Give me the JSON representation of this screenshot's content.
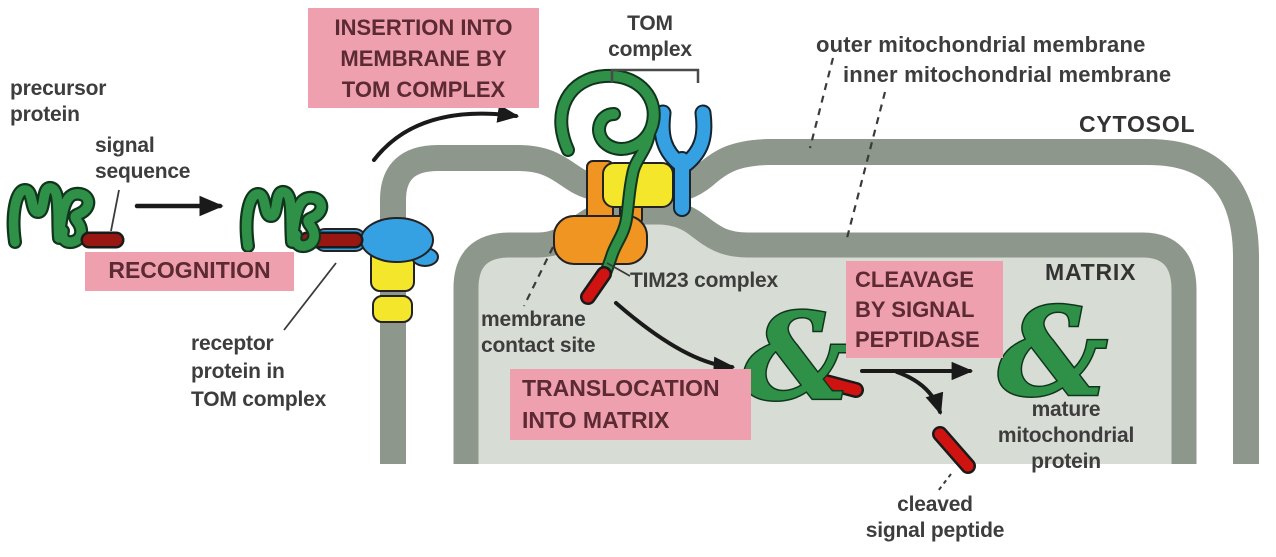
{
  "figure": {
    "type": "biology-pathway-diagram",
    "topic": "Protein import into mitochondria",
    "colors": {
      "background": "#ffffff",
      "membrane_gray": "#8e978c",
      "matrix_fill": "#d7ddd4",
      "process_box_pink": "#efa0af",
      "process_box_text": "#5b2a33",
      "protein_green": "#2f9147",
      "channel_yellow": "#f4e62b",
      "receptor_blue": "#35a0e2",
      "tim_orange": "#f09422",
      "signal_red_dark": "#991713",
      "signal_red_bright": "#cf1311",
      "label_text": "#3d3d3d"
    },
    "labels": {
      "precursor_protein": "precursor\nprotein",
      "signal_sequence": "signal\nsequence",
      "tom_complex": "TOM\ncomplex",
      "outer_membrane": "outer mitochondrial membrane",
      "inner_membrane": "inner mitochondrial membrane",
      "cytosol": "CYTOSOL",
      "matrix": "MATRIX",
      "receptor_protein": "receptor\nprotein in\nTOM complex",
      "membrane_contact_site": "membrane\ncontact site",
      "tim23_complex": "TIM23 complex",
      "mature_protein": "mature\nmitochondrial\nprotein",
      "cleaved_signal_peptide": "cleaved\nsignal peptide"
    },
    "steps": {
      "recognition": "RECOGNITION",
      "insertion": "INSERTION INTO\nMEMBRANE BY\nTOM COMPLEX",
      "translocation": "TRANSLOCATION\nINTO MATRIX",
      "cleavage": "CLEAVAGE\nBY SIGNAL\nPEPTIDASE"
    },
    "glyphs": {
      "folded_protein": "&"
    }
  }
}
